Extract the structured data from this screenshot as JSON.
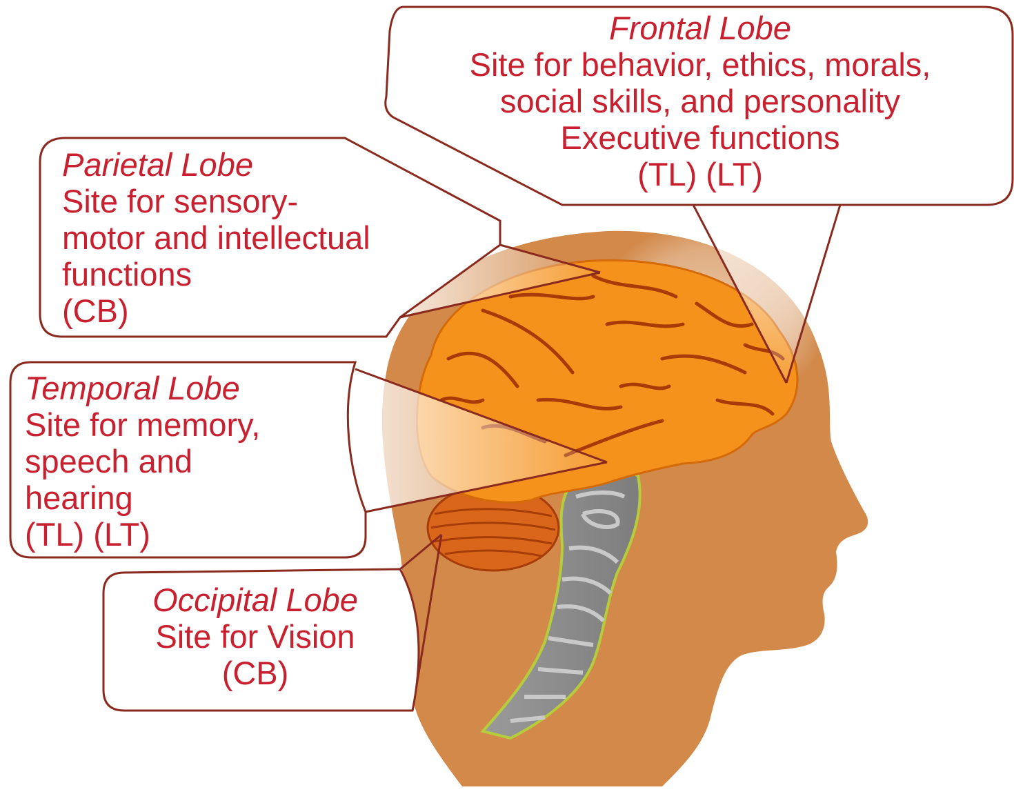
{
  "labels": {
    "frontal": {
      "title": "Frontal Lobe",
      "lines": [
        "Site for behavior, ethics, morals,",
        "social skills, and personality",
        "Executive functions",
        "(TL) (LT)"
      ]
    },
    "parietal": {
      "title": "Parietal Lobe",
      "lines": [
        "Site for sensory-",
        "motor and intellectual",
        "functions",
        "(CB)"
      ]
    },
    "temporal": {
      "title": "Temporal Lobe",
      "lines": [
        "Site for memory,",
        "speech and",
        "hearing",
        "(TL) (LT)"
      ]
    },
    "occipital": {
      "title": "Occipital Lobe",
      "lines": [
        "Site for Vision",
        "(CB)"
      ]
    }
  },
  "colors": {
    "label_text": "#c8202f",
    "callout_border": "#8a2a1e",
    "head": "#d2894a",
    "brain": "#f5921c",
    "brain_folds": "#a83a05",
    "cerebellum": "#d9661a",
    "brainstem": "#8c8c8c",
    "brainstem_outline": "#b6cc3c"
  }
}
